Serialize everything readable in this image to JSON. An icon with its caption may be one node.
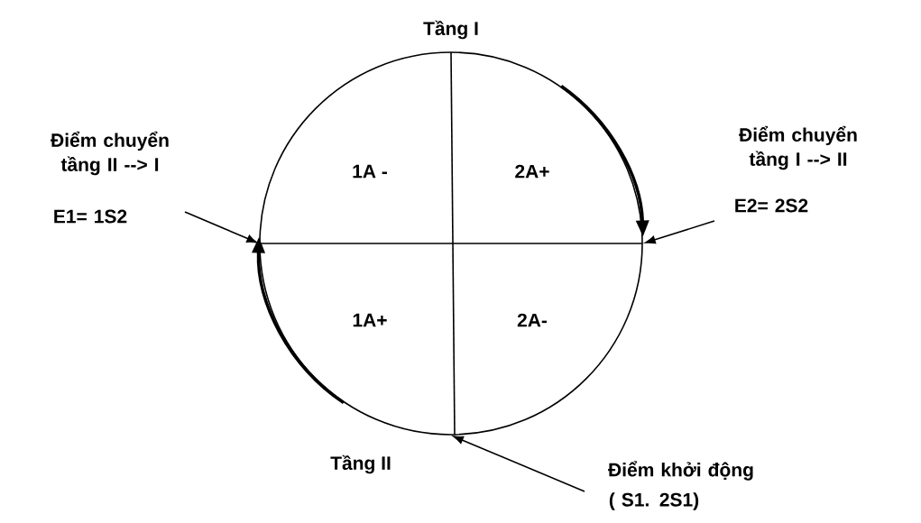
{
  "diagram": {
    "nodes": [
      {
        "text": [
          "Tầng I",
          "1A -",
          "2A+",
          "1A+",
          "2A-",
          "Tầng II"
        ]
      },
      {
        "text": [
          "Điểm chuyển tầng II --> I",
          "E1= 1S2"
        ]
      },
      {
        "text": [
          "Điểm chuyển tầng I --> II",
          "E2= 2S2"
        ]
      },
      {
        "text": [
          "Điểm khởi động",
          "( S1. 2S1)"
        ]
      }
    ],
    "edges": [
      {
        "from": 1,
        "to": 0,
        "arrow": "to"
      },
      {
        "from": 2,
        "to": 0,
        "arrow": "to"
      },
      {
        "from": 3,
        "to": 0,
        "arrow": "to"
      }
    ]
  }
}
